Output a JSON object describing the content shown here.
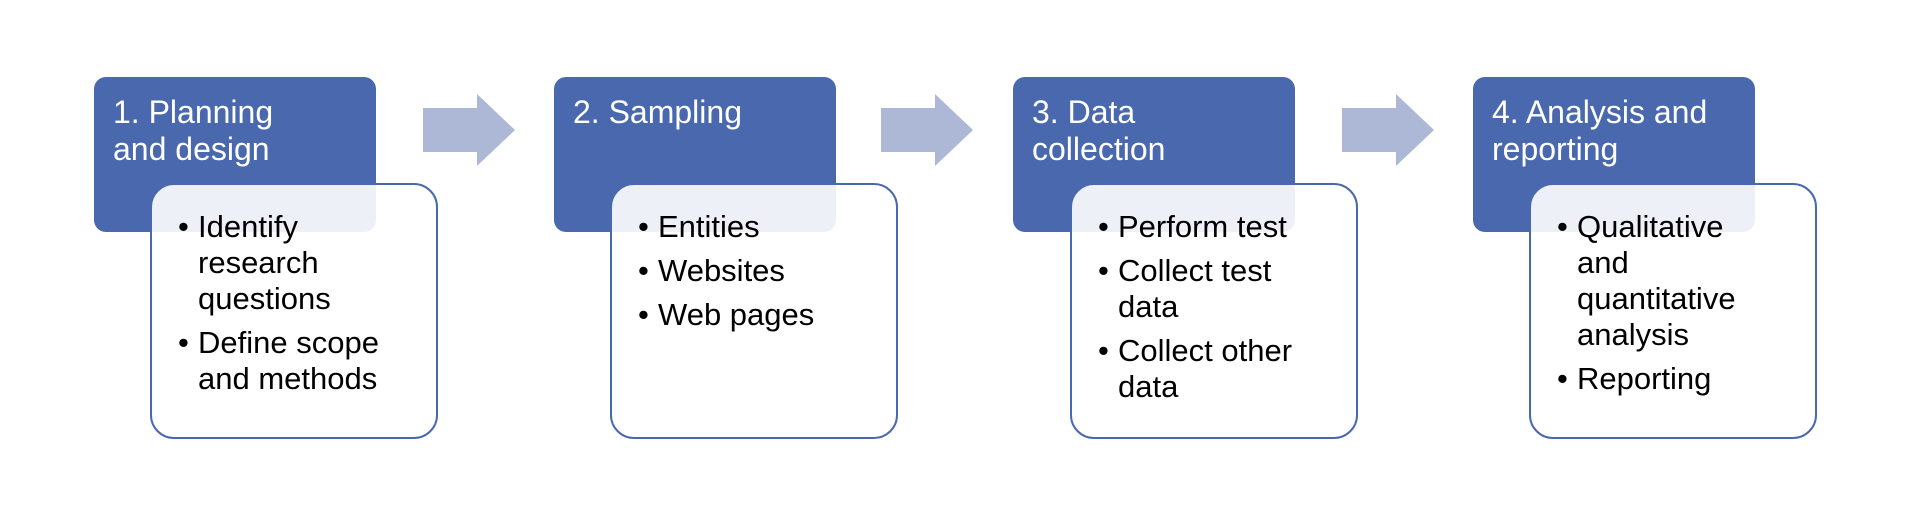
{
  "colors": {
    "header_fill": "#4a68ae",
    "detail_border": "#4a68ae",
    "arrow_fill": "#adb7d6",
    "detail_fill": "#ffffff"
  },
  "steps": [
    {
      "title_lines": [
        "1. Planning",
        "and design"
      ],
      "items": [
        "Identify research questions",
        "Define scope and methods"
      ]
    },
    {
      "title_lines": [
        "2. Sampling"
      ],
      "items": [
        "Entities",
        "Websites",
        "Web pages"
      ]
    },
    {
      "title_lines": [
        "3. Data",
        "collection"
      ],
      "items": [
        "Perform test",
        "Collect test data",
        "Collect other data"
      ]
    },
    {
      "title_lines": [
        "4. Analysis and",
        "reporting"
      ],
      "items": [
        "Qualitative and quantitative analysis",
        "Reporting"
      ]
    }
  ]
}
